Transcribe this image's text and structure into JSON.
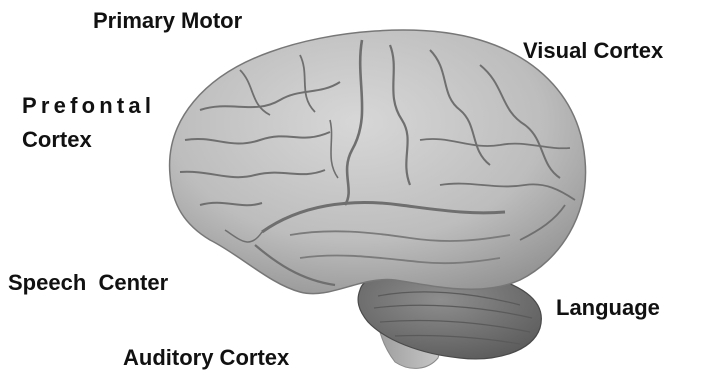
{
  "diagram": {
    "image_subject": "brain-lateral-view",
    "labels": {
      "primary_motor": "Primary Motor",
      "visual_cortex": "Visual Cortex",
      "prefrontal_line1": "Prefontal",
      "prefrontal_line2": "Cortex",
      "speech_center": "Speech  Center",
      "language": "Language",
      "auditory_cortex": "Auditory Cortex"
    },
    "colors": {
      "background": "#ffffff",
      "label_text": "#111111",
      "cerebrum": "#b9b9b9",
      "cerebellum": "#777777",
      "sulci": "#6f6f6f"
    }
  }
}
